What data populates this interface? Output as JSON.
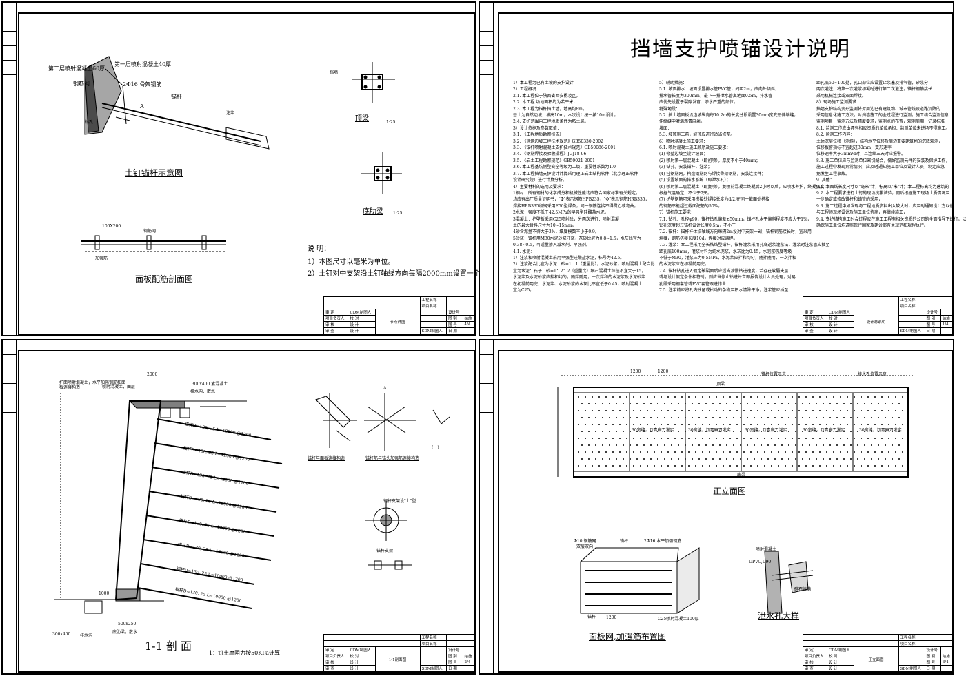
{
  "colors": {
    "line": "#000000",
    "paper": "#ffffff"
  },
  "sheet1": {
    "title_main": "土钉锚杆示意图",
    "title_panel": "面板配筋剖面图",
    "title_crown": "顶梁",
    "title_bottom": "底肋梁",
    "scale_crown": "1:25",
    "scale_bottom": "1:25",
    "label_layer2": "第二层喷射混凝土60厚",
    "label_layer1": "第一层喷射混凝土40厚",
    "label_steel": "2Φ16 骨架钢筋",
    "label_anchor": "锚杆",
    "label_mesh": "钢筋网",
    "label_sec": "A",
    "label_grout": "注浆",
    "label_hole": "钻孔",
    "label_retain": "挡墙",
    "label_pad": "加强筋",
    "label_rebar": "钢筋网",
    "label_len": "100X200",
    "notes_heading": "说 明：",
    "notes": [
      "1）本图尺寸以毫米为单位。",
      "2）土钉对中支架沿土钉轴线方向每隔2000mm设置一个。"
    ],
    "tb_drawing": "节点详图",
    "tb_sheet": "4/4"
  },
  "sheet2": {
    "title": "挡墙支护喷锚设计说明",
    "col1": [
      "1）本工程为已有土坡的支护设计",
      "2）工程概况：",
      "  2.1. 本工程位于陕西省西安杨凌区，",
      "  2.2. 本工程 场地面积约为若干米，",
      "  2.3. 本工程为锚杆挡土墙，墙高约8m，",
      "        基土为自然边坡，坡高10m，本次设计按一按10m设计。",
      "  2.4. 支护范围内工程地质条件为粘土层。",
      "3）设计依据及参数取值：",
      "  3.1. 《工程地质勘察报告》",
      "  3.2. 《建筑边坡工程技术规范》GB50330-2002",
      "  3.3. 《锚杆喷射混凝土支护技术规范》GB50086-2001",
      "  3.4. 《钢筋焊接及验收规程》JGJ18-96",
      "  3.5. 《岩土工程勘察规范》GB50021-2001",
      "  3.6. 本工程基坑侧壁安全等级为二级，重要性系数为1.0",
      "  3.7. 本工程挡墙支护设计计算采用理正岩土结构软件（北京理正软件",
      "        设计研究院）进行计算分析。",
      "4）主要材料的选用及要求：",
      "  1钢材：所有钢材的化学成分和机械性能均应符合国家标准有关规定，",
      "        均应有出厂质量证明书，\"Φ\"表示钢筋HPB235，\"Φ\"表示钢筋HRB335；",
      "        焊接HRB335级钢采用E50型焊条，同一钢筋连接不得贯心或弯曲。",
      "  2水泥：强度不低于42.5MPa的早强型硅酸盐水泥。",
      "  3混凝土：护壁板采用C25喷射砼，分两次进行：喷射混凝",
      "        土的最大骨料尺寸为10~15mm。",
      "  4砂含泥量不得大于3%，细度模数不小于0.9。",
      "  5砂浆：锚杆用M30水泥砂浆注浆，灰砂比宜为0.8~1.5，水灰比宜为",
      "        0.38~0.5，可适量掺入减水剂、早强剂。",
      "4.1. 水泥：",
      "  1）注浆和喷射混凝土采用早强型硅酸盐水泥，标号为42.5。",
      "  2）注浆配合比宜为水泥：砂=1：1（重量比），水泥砂浆，喷射混凝土配合比",
      "        宜为水泥：石子：砂=1：2：2（重量比）细石混凝土粒径不宜大于15，",
      "        水泥浆及水泥砂浆应拌和均匀，随拌随用，一次拌和的水泥浆及水泥砂浆",
      "        在初凝前用完，水泥浆、水泥砂浆的水灰比不宜低于0.45，喷射混凝土",
      "        宜为C25。"
    ],
    "col2": [
      "5）辅助措施：",
      "  5.1. 坡面排水：坡面设置排水管PVC管，间距2m，应向外倾斜，",
      "        排水管长度为300mm，最下一排泄水管离地面0.5m，排水管",
      "        应优先设置于裂隙发育、渗水严重的部位。",
      "        特殊地段：",
      "  5.2. 挡土墙面板沿边坡纵向每10.2m的长度分段设置30mm宽变形伸缩缝，",
      "        伸缩缝中灌满沥青麻丝。",
      "        坡面：",
      "  5.3. 坡顶施工前，坡顶应进行适当修整。",
      "6）喷射混凝土施工要求：",
      "  6.1. 喷射混凝土施工顺序及施工要求：",
      "        (1) 修整边坡至设计坡面；",
      "        (2) 喷射第一层混凝土（即初喷），厚度不小于40mm；",
      "        (3) 钻孔，安装锚杆，注浆；",
      "        (4) 挂钢筋网，构造钢筋网与焊接骨架钢筋，安装连接件；",
      "        (5) 设置坡面的排水系统（即泄水孔）；",
      "        (6) 喷射第二层混凝土（即复喷），复喷前混凝土终凝后2小时以后，应喷水养护，终凝强度",
      "            根据气温确定，不少于7天。",
      "        (7) 护壁钢筋可采用搭接处焊接长度为d/2.在同一截面处搭接",
      "            的钢筋不能超过截面配筋的50%。",
      "7）锚杆施工要求：",
      "  7.1. 钻孔：孔径φ90，锚杆钻孔偏差±50mm，锚杆孔水平偏斜程度不应大于1%，",
      "        钻孔深度超过锚杆设计长度0.5m，不小于",
      "  7.2. 锚杆：锚杆杆体沿轴线方向每隔2m设对中支架一副；锚杆钢筋接长时，宜采用",
      "        焊接，钢筋搭接长度10d，焊接对应满焊。",
      "  7.3. 灌浆：本工程采用全长粘结型锚杆，锚杆灌浆采用孔底返浆灌浆法，灌浆时注浆管应插至",
      "        距孔底100mm，灌浆材料为纯水泥浆，水灰比为0.45，水泥浆强度等级",
      "        不低于M30，灌浆压力0.5MPa，水泥浆应拌和均匀，随拌随用，一次拌和",
      "        的水泥浆应在初凝前用完。",
      "  7.4. 锚杆钻孔进入假定破裂面后应适当减慢钻进速度，若存在软弱夹层",
      "        或与设计假定条件相符时，则应当停止钻进并立即报告设计人员处理，对易",
      "        孔段采用钢套管或PVC套管跟进作业",
      "  7.5. 注浆前应将孔内残留或松动的杂物及积水清除干净，注浆管应插至"
    ],
    "col3": [
      "距孔底50~100处，孔口部位应设置止浆塞及排气管，砂浆分",
      "两次灌注，将第一次灌浆初凝时进行第二次灌注，锚杆钢筋接长",
      "采用机械连接或双面焊接。",
      "8）现场施工监测要求：",
      "        挡墙支护结构变形监测将对周边已有建筑物、城市管线及道路沉降的",
      "        采用信息化施工方法，对挡墙施工的全过程进行监测，施工结合监测信息",
      "        监测项目，监测方法及精度要求，监测点的布置，观测周期，记录标准",
      "  8.1. 监测工作应由具有相应资质的单位承担：监测单位未进场不得施工。",
      "  8.2. 监测工作内容：",
      "        土体深层位移（测斜），结构水平位移及周边重要建筑物的沉降观测，",
      "        位移报警指标不宜超过30mm，变形速率",
      "        位移速率大于3mm/d时，且连续三天时应报警。",
      "  8.3. 施工单位应与监测单位密切配合，做好监测元件的安装及保护工作，",
      "        施工过程中发现异常情况，应及时通知施工单位及设计人员，制定应急",
      "        免发生工程事故。",
      "  9. 其他：",
      "  9.1. 本图纸长度尺寸以\"毫米\"计，标高以\"米\"计；本工程标高均为建筑的",
      "  9.2. 本工程要求进行土钉的现场抗拔试验，而后根据施工现场土质情况及",
      "        一步确定或修改锚杆和锚管的采用，",
      "  9.3. 施工过程中如发现与工程地质资料出入较大时，应及时通知设计方以便",
      "        与工程师现场设计及施工单位协商，再继续施工，",
      "  9.4. 支护结构施工时会过程应在施工工程有相关资质的公司的全面指导下进行，以",
      "        确保施工单位均遵照现行国家及建设部有关规范和规程执行。"
    ],
    "tb_drawing": "设计总说明",
    "tb_sheet": "1/4"
  },
  "sheet3": {
    "title": "1-1 剖 面",
    "note": "1：钉土摩阻力按50KPa计算",
    "label_top_left": "护面喷射混凝土，水平加强钢筋和面板连接构造",
    "label_drain": "排水沟、散水",
    "label_beam": "300x400 素混凝土",
    "label_slope": "喷射混凝土，面层",
    "label_bottom_drain": "排水沟",
    "label_bottom_size": "300x400",
    "label_bottom_beam": "底肋梁，散水",
    "label_bottom_dim": "500x250",
    "anchors": [
      "锚杆D=130, 25 L=10000 @1200",
      "锚杆D=130, 25 L=12000 @1200",
      "锚杆D=130, 25 L=12000 @1200",
      "锚杆D=130, 25 L=12000 @1200",
      "锚杆D=130, 25 L=12000 @1200",
      "锚杆D=130, 25 L=12000 @1200",
      "锚杆D=130, 25 L=10000 @1200",
      "锚杆D=130, 25 L=10000 @1200"
    ],
    "det1": "锚杆与面板连接构造",
    "det2": "锚杆筋与锚头加强筋连接构造",
    "det3": "锚杆支架",
    "det3_note": "钢杆支架设\"土\"型",
    "sec_a": "A",
    "sec_mark": "(一)",
    "dim_top": "2000",
    "dim_left": "1000",
    "dim_bottom_left": "1000",
    "tb_drawing": "1-1剖面图",
    "tb_sheet": "2/4"
  },
  "sheet4": {
    "title_front": "正立面图",
    "title_mesh": "面板网,加强筋布置图",
    "title_drain": "泄水孔大样",
    "label_anchor_pos": "锚杆位置示意",
    "label_drain_pos": "排水孔位置示意",
    "label_top": "顶梁",
    "label_bottom": "底梁",
    "joint_label": "30宽缝，沥青麻刀灌实",
    "joint_count": 5,
    "mesh_label_net": "Φ10 钢筋网",
    "mesh_label_anchor": "锚杆",
    "mesh_label_rebar": "2Φ16 水平加强钢筋",
    "mesh_label_double": "双层双向",
    "mesh_label_bottom": "锚杆",
    "mesh_dim": "1200",
    "mesh_concrete": "C25喷射混凝土100厚",
    "drain_label1": "喷射混凝土",
    "drain_label2": "UPVC,D90",
    "drain_label3": "碎石填满",
    "dim_a": "1200",
    "dim_b": "1200",
    "tb_drawing": "正立面图",
    "tb_sheet": "3/4"
  },
  "titleblock": {
    "project": "工程名称",
    "item": "项目名称",
    "rows": [
      [
        "审 定",
        "CDM制图人",
        "",
        "设计号"
      ],
      [
        "项目负责人",
        "校 对",
        "",
        "图 别"
      ],
      [
        "审 核",
        "设 计",
        "",
        "图 号"
      ],
      [
        "审 查",
        "设 计",
        "SDM制图人",
        "日 期"
      ]
    ],
    "sheet_type": "结施"
  }
}
